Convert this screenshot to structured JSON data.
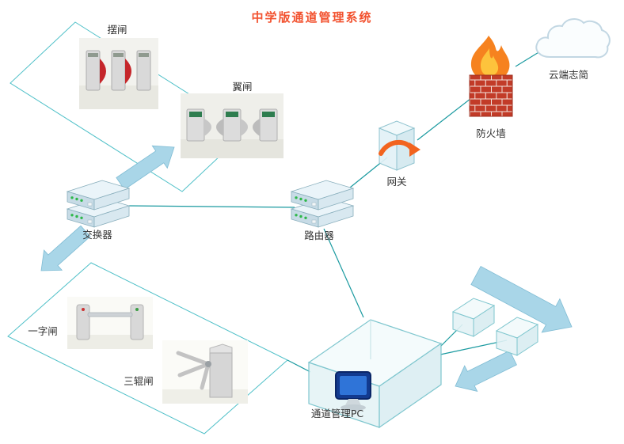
{
  "title": "中学版通道管理系统",
  "labels": {
    "swing_gate": "摆闸",
    "wing_gate": "翼闸",
    "switch": "交换器",
    "router": "路由器",
    "gateway": "网关",
    "firewall": "防火墙",
    "cloud": "云端志简",
    "drop_arm_gate": "一字闸",
    "tripod_gate": "三辊闸",
    "pc": "通道管理PC"
  },
  "colors": {
    "title": "#f2512e",
    "line": "#1a9aa0",
    "plane": "#4fc0c8",
    "arrow": "#a9d6e8",
    "arrow_edge": "#7fbcd4",
    "label": "#333333"
  }
}
